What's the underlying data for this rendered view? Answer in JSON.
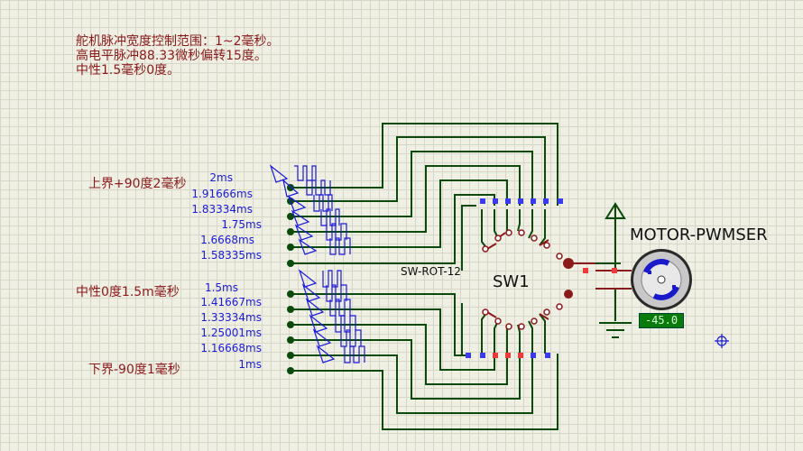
{
  "notes": {
    "line1": "舵机脉冲宽度控制范围：1~2毫秒。",
    "line2": "高电平脉冲88.33微秒偏转15度。",
    "line3": "中性1.5毫秒0度。"
  },
  "labels": {
    "upper": "上界+90度2毫秒",
    "neutral": "中性0度1.5m毫秒",
    "lower": "下界-90度1毫秒"
  },
  "pulse_values_top": [
    "2ms",
    "1.91666ms",
    "1.83334ms",
    "1.75ms",
    "1.6668ms",
    "1.58335ms"
  ],
  "pulse_values_bottom": [
    "1.5ms",
    "1.41667ms",
    "1.33334ms",
    "1.25001ms",
    "1.16668ms",
    "1ms"
  ],
  "switch": {
    "part": "SW-ROT-12",
    "ref": "SW1"
  },
  "motor": {
    "name": "MOTOR-PWMSER",
    "readout": "-45.0"
  },
  "colors": {
    "wire": "#0a4a0a",
    "text": "#8b1a1a",
    "value": "#1a1adb",
    "pin": "#8b1a1a",
    "pin_blue": "#3a3aee",
    "pin_red": "#ee3a3a"
  }
}
